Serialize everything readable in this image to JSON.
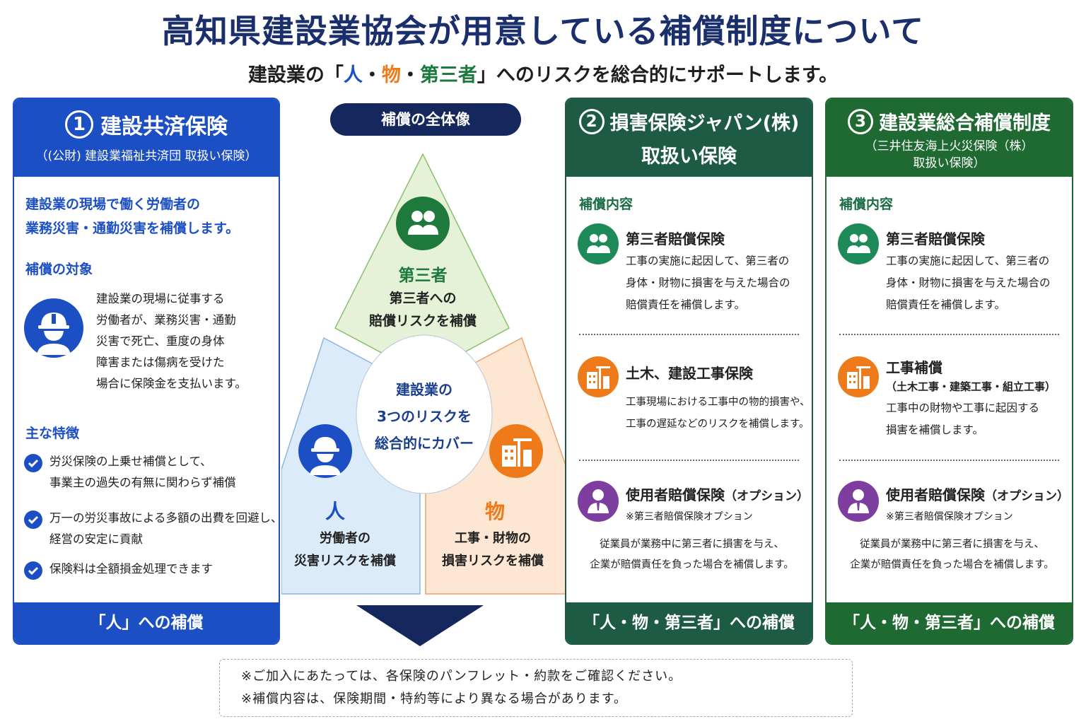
{
  "title": "高知県建設業協会が用意している補償制度について",
  "subtitle": {
    "before": "建設業の「",
    "hito": "人",
    "sep1": "・",
    "mono": "物",
    "sep2": "・",
    "daisansha": "第三者",
    "after": "」へのリスクを総合的にサポートします。"
  },
  "panel1": {
    "number": "1",
    "title": "建設共済保険",
    "subtitle": "（(公財) 建設業福祉共済団 取扱い保険）",
    "lead_line1": "建設業の現場で働く労働者の",
    "lead_line2": "業務災害・通勤災害を補償します。",
    "target_heading": "補償の対象",
    "target_lines": [
      "建設業の現場に従事する",
      "労働者が、業務災害・通勤",
      "災害で死亡、重度の身体",
      "障害または傷病を受けた",
      "場合に保険金を支払います。"
    ],
    "features_heading": "主な特徴",
    "features": [
      {
        "line1": "労災保険の上乗せ補償として、",
        "line2": "事業主の過失の有無に関わらず補償"
      },
      {
        "line1": "万一の労災事故による多額の出費を回避し、",
        "line2": "経営の安定に貢献"
      },
      {
        "line1": "保険料は全額損金処理できます",
        "line2": ""
      }
    ],
    "footer": "「人」への補償",
    "accent_color": "#1d4fc4"
  },
  "center": {
    "pill": "補償の全体像",
    "top_title": "第三者",
    "top_line1": "第三者への",
    "top_line2": "賠償リスクを補償",
    "core_line1": "建設業の",
    "core_line2": "3つのリスクを",
    "core_line3": "総合的にカバー",
    "left_title": "人",
    "left_line1": "労働者の",
    "left_line2": "災害リスクを補償",
    "right_title": "物",
    "right_line1": "工事・財物の",
    "right_line2": "損害リスクを補償"
  },
  "panel2": {
    "number": "2",
    "title_line1": "損害保険ジャパン(株)",
    "title_line2": "取扱い保険",
    "content_label": "補償内容",
    "items": [
      {
        "title": "第三者賠償保険",
        "body": [
          "工事の実施に起因して、第三者の",
          "身体・財物に損害を与えた場合の",
          "賠償責任を補償します。"
        ]
      },
      {
        "title": "土木、建設工事保険",
        "body": [
          "工事現場における工事中の物的損害や、",
          "工事の遅延などのリスクを補償します。"
        ]
      },
      {
        "title": "使用者賠償保険",
        "option": "（オプション）",
        "note": "※第三者賠償保険オプション",
        "body": [
          "従業員が業務中に第三者に損害を与え、",
          "企業が賠償責任を負った場合を補償します。"
        ]
      }
    ],
    "footer": "「人・物・第三者」への補償",
    "accent_color": "#1e5b45"
  },
  "panel3": {
    "number": "3",
    "title": "建設業総合補償制度",
    "subtitle_line1": "（三井住友海上火災保険（株）",
    "subtitle_line2": "取扱い保険）",
    "content_label": "補償内容",
    "items": [
      {
        "title": "第三者賠償保険",
        "body": [
          "工事の実施に起因して、第三者の",
          "身体・財物に損害を与えた場合の",
          "賠償責任を補償します。"
        ]
      },
      {
        "title": "工事補償",
        "subtitle": "（土木工事・建築工事・組立工事）",
        "body": [
          "工事中の財物や工事に起因する",
          "損害を補償します。"
        ]
      },
      {
        "title": "使用者賠償保険",
        "option": "（オプション）",
        "note": "※第三者賠償保険オプション",
        "body": [
          "従業員が業務中に第三者に損害を与え、",
          "企業が賠償責任を負った場合を補償します。"
        ]
      }
    ],
    "footer": "「人・物・第三者」への補償",
    "accent_color": "#1f6a33"
  },
  "notes": [
    "※ご加入にあたっては、各保険のパンフレット・約款をご確認ください。",
    "※補償内容は、保険期間・特約等により異なる場合があります。"
  ],
  "icons": {
    "people": "people-icon",
    "worker": "worker-helmet-icon",
    "building": "building-crane-icon",
    "businessman": "businessman-icon",
    "check": "check-icon",
    "arrow": "arrow-down-icon"
  },
  "colors": {
    "title_navy": "#1a2f6b",
    "blue": "#1d4fc4",
    "orange": "#ef7a1a",
    "green": "#1b7a3d",
    "purple": "#7e3ea0"
  }
}
